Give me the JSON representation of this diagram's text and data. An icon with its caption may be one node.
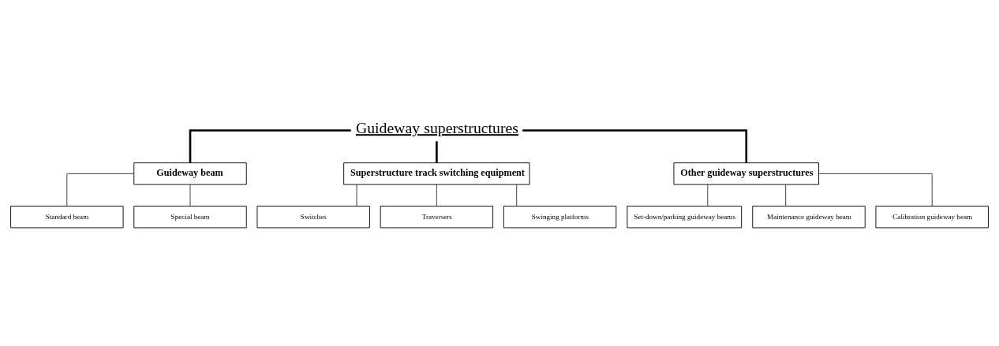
{
  "diagram": {
    "nodes": [
      {
        "text": [
          "Guideway superstructures"
        ]
      },
      {
        "text": [
          "Guideway beam"
        ]
      },
      {
        "text": [
          "Standard beam"
        ]
      },
      {
        "text": [
          "Special beam"
        ]
      },
      {
        "text": [
          "Superstructure track switching equipment"
        ]
      },
      {
        "text": [
          "Switches"
        ]
      },
      {
        "text": [
          "Traversers"
        ]
      },
      {
        "text": [
          "Swinging platforms"
        ]
      },
      {
        "text": [
          "Other guideway superstructures"
        ]
      },
      {
        "text": [
          "Set-down/parking guideway beams"
        ]
      },
      {
        "text": [
          "Maintenance guideway beam"
        ]
      },
      {
        "text": [
          "Calibration guideway beam"
        ]
      }
    ],
    "edges": [
      {
        "from": 0,
        "to": 1,
        "arrow": "none",
        "style": "thick"
      },
      {
        "from": 0,
        "to": 4,
        "arrow": "none",
        "style": "thick"
      },
      {
        "from": 0,
        "to": 8,
        "arrow": "none",
        "style": "thick"
      },
      {
        "from": 1,
        "to": 2,
        "arrow": "none"
      },
      {
        "from": 1,
        "to": 3,
        "arrow": "none"
      },
      {
        "from": 4,
        "to": 5,
        "arrow": "none"
      },
      {
        "from": 4,
        "to": 6,
        "arrow": "none"
      },
      {
        "from": 4,
        "to": 7,
        "arrow": "none"
      },
      {
        "from": 8,
        "to": 9,
        "arrow": "none"
      },
      {
        "from": 8,
        "to": 10,
        "arrow": "none"
      },
      {
        "from": 8,
        "to": 11,
        "arrow": "none"
      }
    ]
  }
}
